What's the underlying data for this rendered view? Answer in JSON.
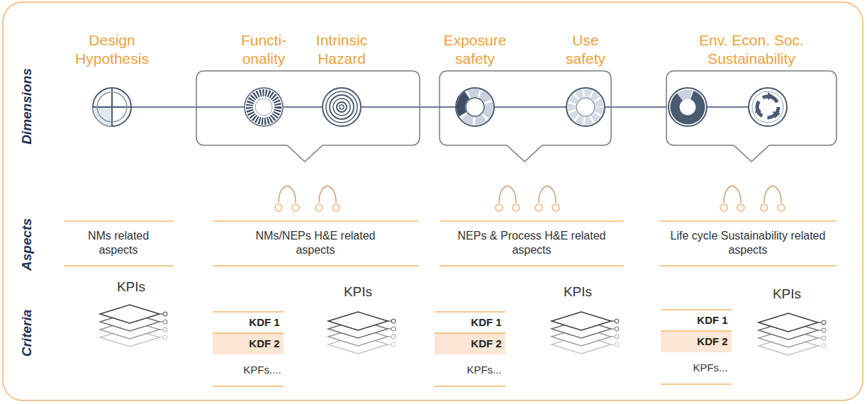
{
  "diagram": {
    "nodes": [
      {
        "text": [
          "Design Hypothesis"
        ]
      },
      {
        "text": [
          "Functi- onality"
        ]
      },
      {
        "text": [
          "Intrinsic Hazard"
        ]
      },
      {
        "text": [
          "Exposure safety"
        ]
      },
      {
        "text": [
          "Use safety"
        ]
      },
      {
        "text": [
          "Env. Econ. Soc. Sustainability"
        ]
      }
    ],
    "edges": [
      {
        "from": 0,
        "to": 1,
        "arrow": "none"
      },
      {
        "from": 1,
        "to": 2,
        "arrow": "none"
      },
      {
        "from": 2,
        "to": 3,
        "arrow": "none"
      },
      {
        "from": 3,
        "to": 4,
        "arrow": "none"
      },
      {
        "from": 4,
        "to": 5,
        "arrow": "none"
      }
    ],
    "labels": [
      "Dimensions",
      "Aspects",
      "Criteria",
      "NMs related aspects",
      "NMs/NEPs H&E related aspects",
      "NEPs & Process H&E related aspects",
      "Life cycle Sustainability related aspects",
      "KPIs",
      "KDF 1",
      "KDF 2",
      "KPFs....",
      "KPIs",
      "KDF 1",
      "KDF 2",
      "KPFs...",
      "KPIs",
      "KDF 1",
      "KDF 2",
      "KPFs...",
      "KPIs"
    ]
  }
}
